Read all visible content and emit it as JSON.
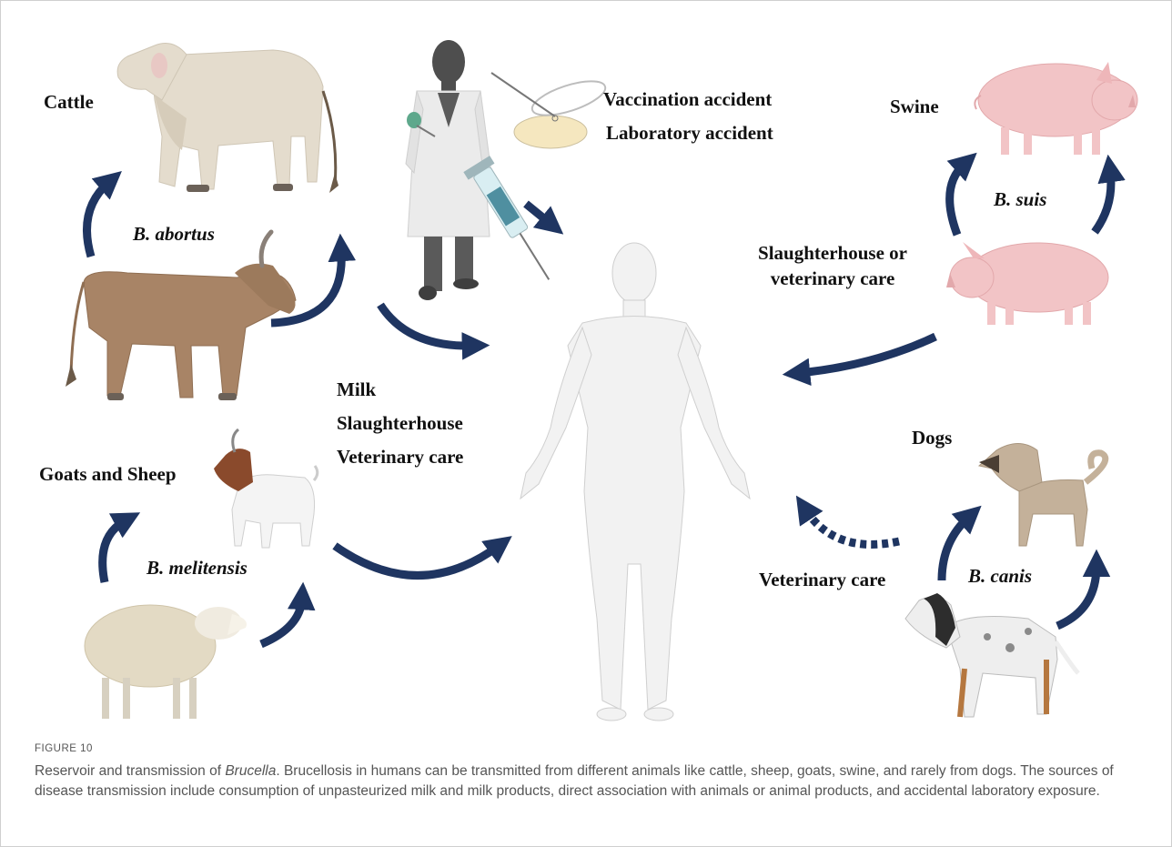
{
  "labels": {
    "cattle": "Cattle",
    "b_abortus": "B. abortus",
    "vaccination_accident": "Vaccination accident",
    "laboratory_accident": "Laboratory accident",
    "swine": "Swine",
    "b_suis": "B. suis",
    "slaughterhouse_or": "Slaughterhouse or",
    "veterinary_care_swine": "veterinary care",
    "milk": "Milk",
    "slaughterhouse": "Slaughterhouse",
    "veterinary_care_center": "Veterinary care",
    "goats_and_sheep": "Goats and Sheep",
    "b_melitensis": "B. melitensis",
    "dogs": "Dogs",
    "veterinary_care_dogs": "Veterinary care",
    "b_canis": "B. canis"
  },
  "caption": {
    "figure_number": "FIGURE 10",
    "prefix": "Reservoir and transmission of ",
    "genus": "Brucella",
    "body": ". Brucellosis in humans can be transmitted from different animals like cattle, sheep, goats, swine, and rarely from dogs. The sources of disease transmission include consumption of unpasteurized milk and milk products, direct association with animals or animal products, and accidental laboratory exposure."
  },
  "colors": {
    "arrow": "#1f3561",
    "cattle_top": "#e4dccd",
    "cattle_bottom": "#a88466",
    "goat_head": "#8a4a2c",
    "sheep": "#e3dac4",
    "swine": "#f2c4c6",
    "dog_tan": "#c4b19a",
    "dog_spotted": "#eeeeee",
    "human": "#f2f2f2",
    "scientist": "#555555",
    "coat": "#ececec"
  }
}
